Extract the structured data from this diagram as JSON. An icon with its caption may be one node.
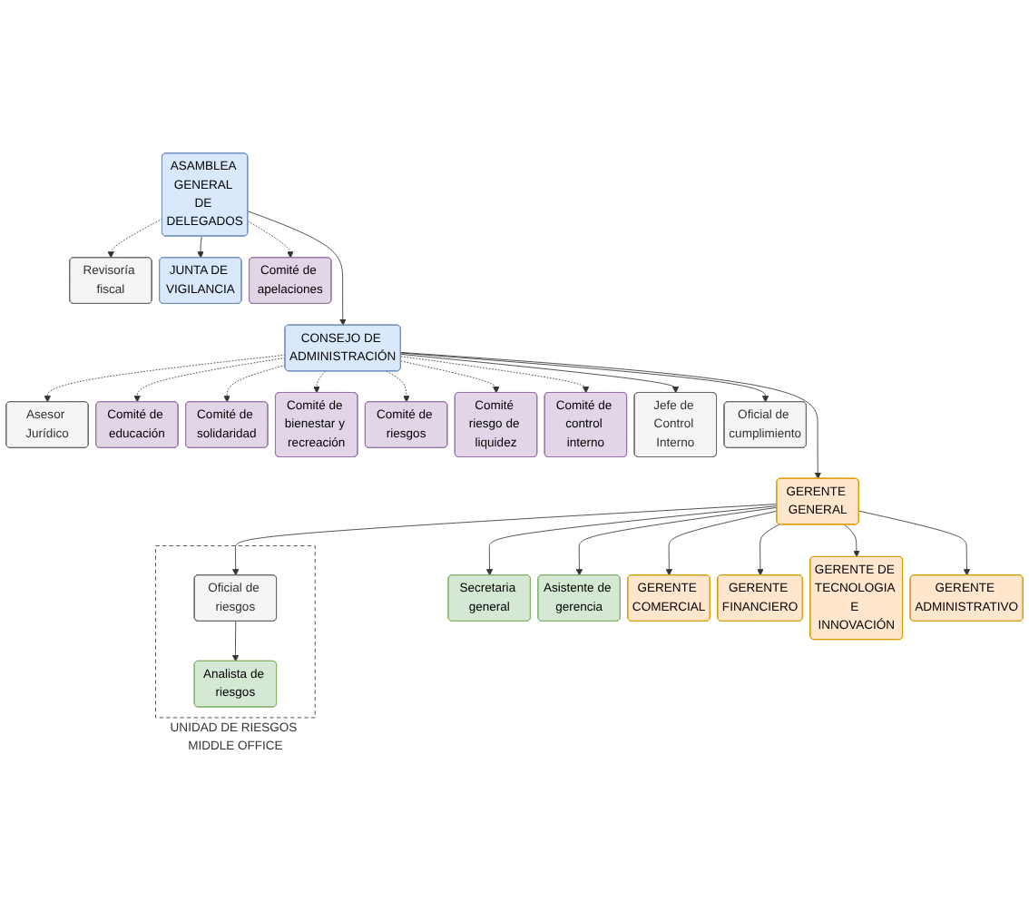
{
  "diagram": {
    "nodes": [
      {
        "text": [
          "ASAMBLEA GENERAL DE DELEGADOS"
        ]
      },
      {
        "text": [
          "Revisoría fiscal"
        ]
      },
      {
        "text": [
          "CONSEJO DE ADMINISTRACIÓN"
        ]
      },
      {
        "text": [
          "JUNTA DE VIGILANCIA"
        ]
      },
      {
        "text": [
          "Comité de apelaciones"
        ]
      },
      {
        "text": [
          "Asesor Jurídico"
        ]
      },
      {
        "text": [
          "Comité de educación"
        ]
      },
      {
        "text": [
          "Comité de solidaridad"
        ]
      },
      {
        "text": [
          "Comité de bienestar y recreación"
        ]
      },
      {
        "text": [
          "Comité de riesgos"
        ]
      },
      {
        "text": [
          "Comité riesgo de liquidez"
        ]
      },
      {
        "text": [
          "Comité de control interno"
        ]
      },
      {
        "text": [
          "Jefe de Control Interno"
        ]
      },
      {
        "text": [
          "Oficial de cumplimiento"
        ]
      },
      {
        "text": [
          "GERENTE GENERAL"
        ]
      },
      {
        "text": [
          "Secretaria general"
        ]
      },
      {
        "text": [
          "Asistente de gerencia"
        ]
      },
      {
        "text": [
          "UNIDAD DE RIESGOS MIDDLE OFFICE"
        ]
      },
      {
        "text": [
          "Oficial de riesgos"
        ],
        "in": 17
      },
      {
        "text": [
          "Analista de riesgos"
        ],
        "in": 17
      },
      {
        "text": [
          "GERENTE COMERCIAL"
        ]
      },
      {
        "text": [
          "GERENTE FINANCIERO"
        ]
      },
      {
        "text": [
          "GERENTE DE TECNOLOGIA E INNOVACIÓN"
        ]
      },
      {
        "text": [
          "GERENTE ADMINISTRATIVO"
        ]
      }
    ],
    "edges": [
      {
        "from": 0,
        "to": 1,
        "arrow": "to",
        "style": "dashed"
      },
      {
        "from": 0,
        "to": 2,
        "arrow": "to"
      },
      {
        "from": 0,
        "to": 3,
        "arrow": "to"
      },
      {
        "from": 0,
        "to": 4,
        "arrow": "to",
        "style": "dashed"
      },
      {
        "from": 2,
        "to": 5,
        "arrow": "to",
        "style": "dashed"
      },
      {
        "from": 2,
        "to": 6,
        "arrow": "to",
        "style": "dashed"
      },
      {
        "from": 2,
        "to": 7,
        "arrow": "to",
        "style": "dashed"
      },
      {
        "from": 2,
        "to": 8,
        "arrow": "to",
        "style": "dashed"
      },
      {
        "from": 2,
        "to": 9,
        "arrow": "to",
        "style": "dashed"
      },
      {
        "from": 2,
        "to": 10,
        "arrow": "to",
        "style": "dashed"
      },
      {
        "from": 2,
        "to": 11,
        "arrow": "to",
        "style": "dashed"
      },
      {
        "from": 2,
        "to": 12,
        "arrow": "to"
      },
      {
        "from": 2,
        "to": 13,
        "arrow": "to"
      },
      {
        "from": 2,
        "to": 14,
        "arrow": "to"
      },
      {
        "from": 14,
        "to": 15,
        "arrow": "to"
      },
      {
        "from": 14,
        "to": 16,
        "arrow": "to"
      },
      {
        "from": 14,
        "to": 18,
        "arrow": "to"
      },
      {
        "from": 18,
        "to": 19,
        "arrow": "to"
      },
      {
        "from": 14,
        "to": 20,
        "arrow": "to"
      },
      {
        "from": 14,
        "to": 21,
        "arrow": "to"
      },
      {
        "from": 14,
        "to": 22,
        "arrow": "to"
      },
      {
        "from": 14,
        "to": 23,
        "arrow": "to"
      }
    ]
  }
}
